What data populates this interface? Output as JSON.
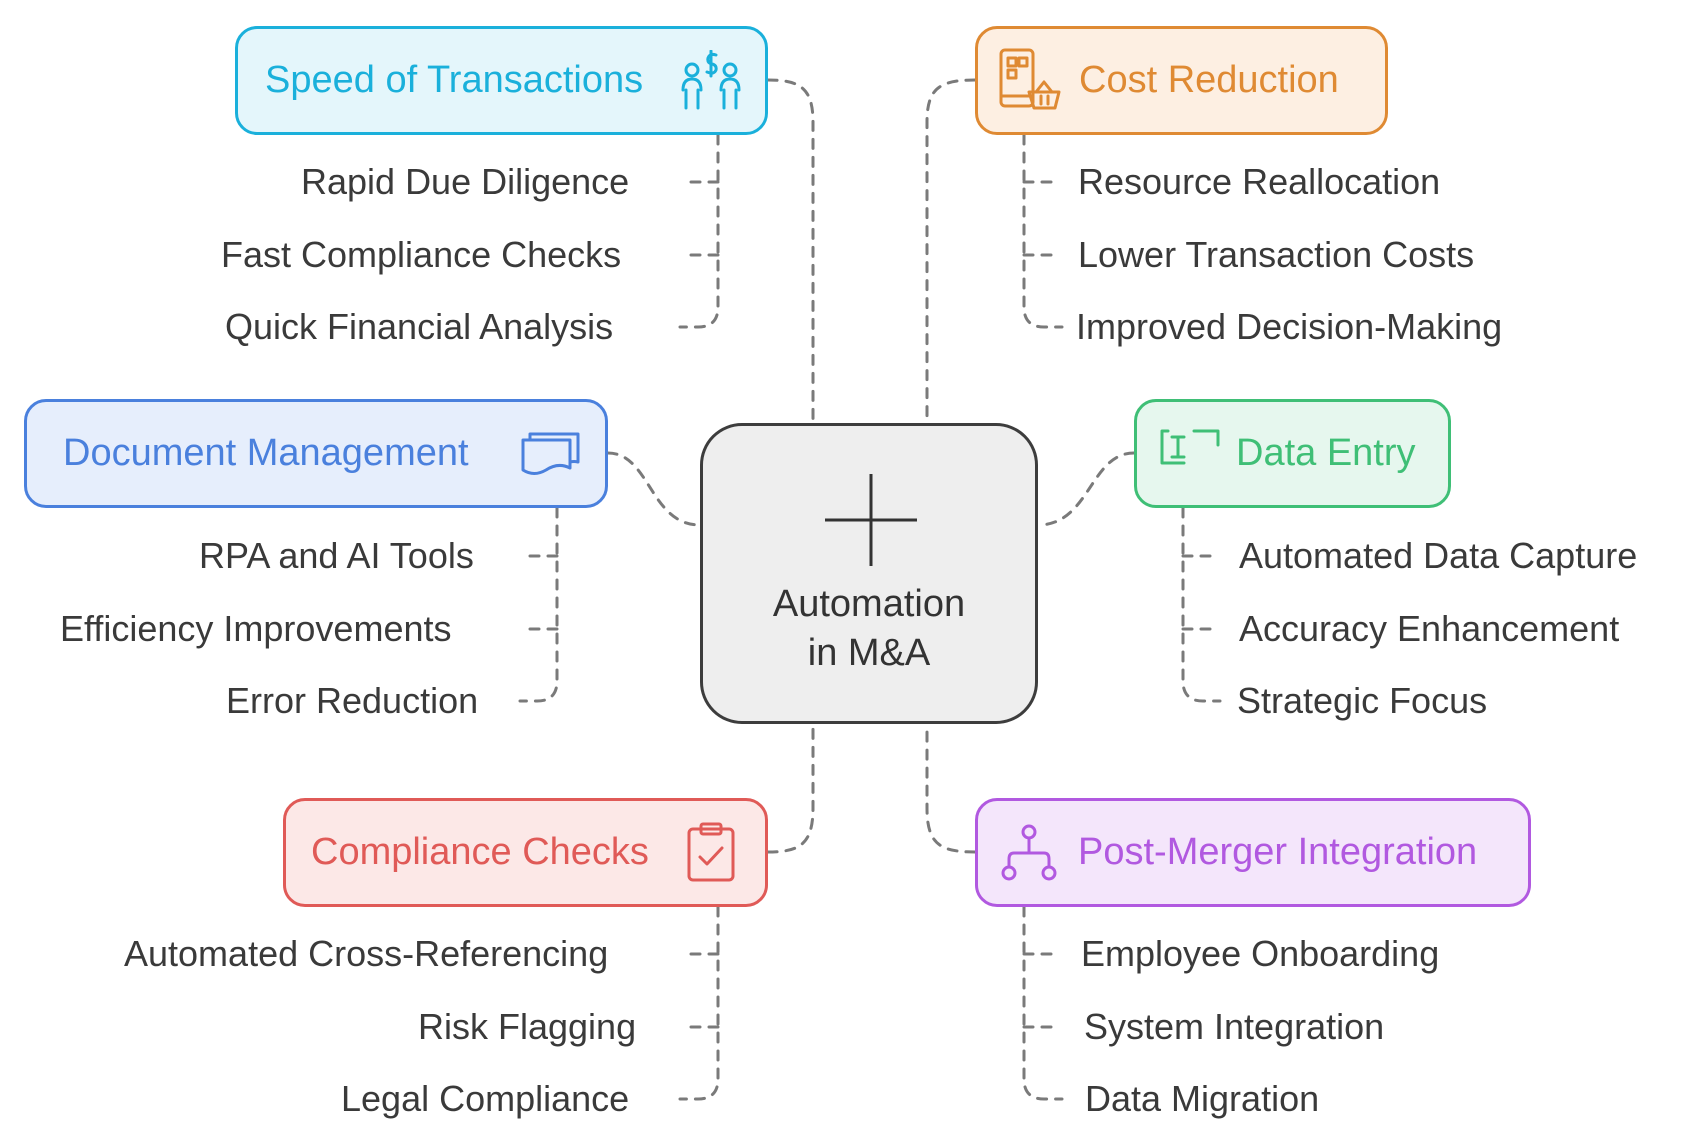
{
  "center": {
    "line1": "Automation",
    "line2": "in M&A",
    "icon": "plus-icon"
  },
  "colors": {
    "connector": "#7a7a7a",
    "item_text": "#3a3a3a",
    "center_fill": "#eeeeee",
    "center_border": "#3d3d3d"
  },
  "nodes": {
    "speed": {
      "title": "Speed of Transactions",
      "icon": "people-money-icon",
      "color": "#1ab0db",
      "fill": "#e4f6fb",
      "items": [
        "Rapid Due Diligence",
        "Fast Compliance Checks",
        "Quick Financial Analysis"
      ]
    },
    "cost": {
      "title": "Cost Reduction",
      "icon": "mobile-shopping-icon",
      "color": "#df8a33",
      "fill": "#fdefe2",
      "items": [
        "Resource Reallocation",
        "Lower Transaction Costs",
        "Improved Decision-Making"
      ]
    },
    "document": {
      "title": "Document Management",
      "icon": "documents-icon",
      "color": "#4a80dd",
      "fill": "#e6eefc",
      "items": [
        "RPA and AI Tools",
        "Efficiency Improvements",
        "Error Reduction"
      ]
    },
    "data": {
      "title": "Data Entry",
      "icon": "text-cursor-icon",
      "color": "#3fbf76",
      "fill": "#e6f7ee",
      "items": [
        "Automated Data Capture",
        "Accuracy Enhancement",
        "Strategic Focus"
      ]
    },
    "compliance": {
      "title": "Compliance Checks",
      "icon": "clipboard-check-icon",
      "color": "#e05a57",
      "fill": "#fce8e7",
      "items": [
        "Automated Cross-Referencing",
        "Risk Flagging",
        "Legal Compliance"
      ]
    },
    "integration": {
      "title": "Post-Merger Integration",
      "icon": "hierarchy-icon",
      "color": "#b159e0",
      "fill": "#f4e6fb",
      "items": [
        "Employee Onboarding",
        "System Integration",
        "Data Migration"
      ]
    }
  }
}
